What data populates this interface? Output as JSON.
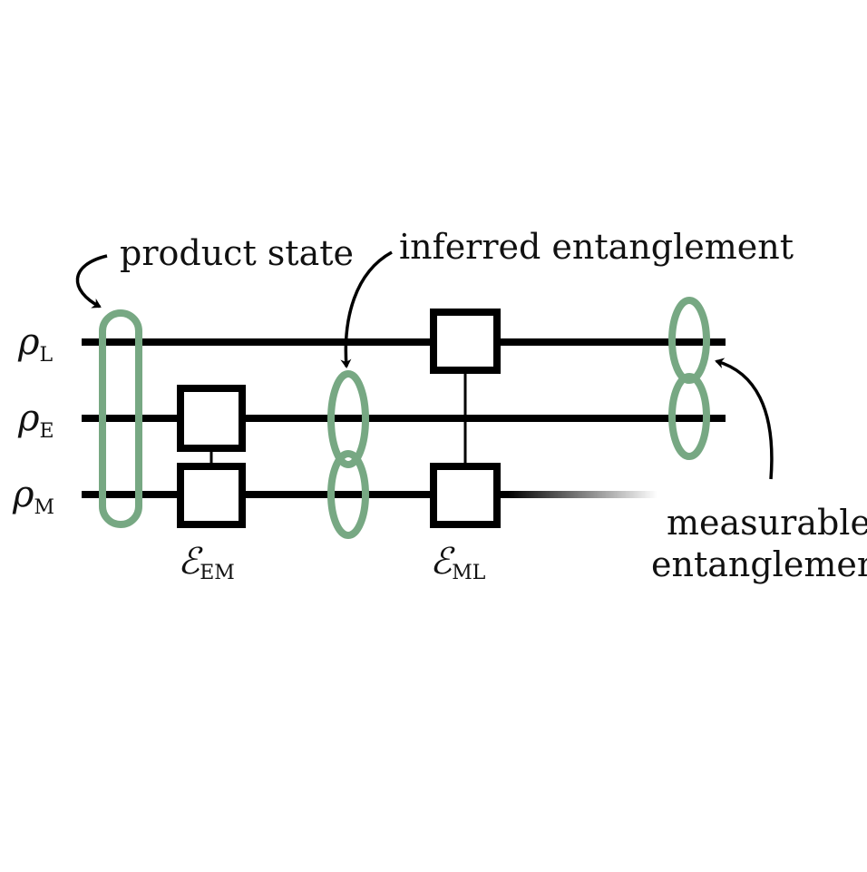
{
  "wires": [
    {
      "symbol": "ρ",
      "subscript": "L"
    },
    {
      "symbol": "ρ",
      "subscript": "E"
    },
    {
      "symbol": "ρ",
      "subscript": "M"
    }
  ],
  "gates": [
    {
      "symbol": "ℰ",
      "subscript": "EM"
    },
    {
      "symbol": "ℰ",
      "subscript": "ML"
    }
  ],
  "annotations": {
    "product_state": "product state",
    "inferred_entanglement": "inferred entanglement",
    "measurable_line1": "measurable",
    "measurable_line2": "entanglement"
  },
  "colors": {
    "loop": "#77a883",
    "line": "#000000",
    "background": "#ffffff"
  }
}
